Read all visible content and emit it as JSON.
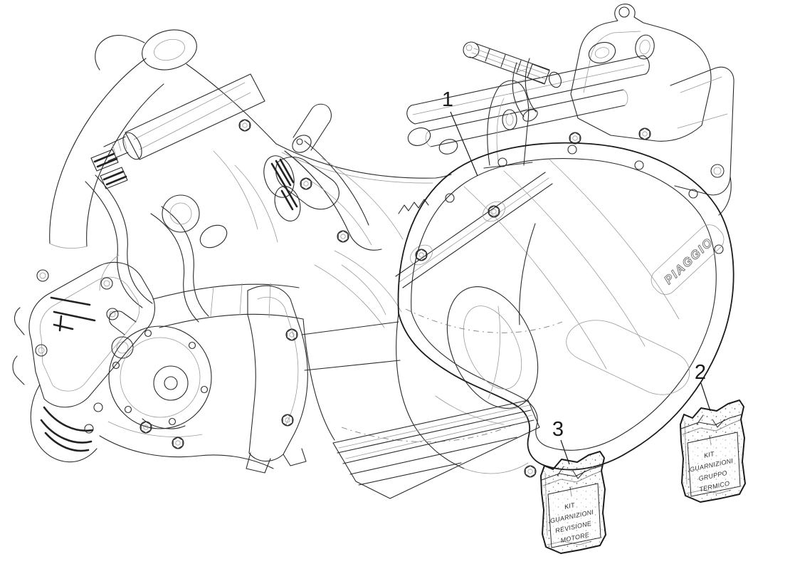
{
  "figure": {
    "type": "engine-assembly-parts-diagram",
    "brand_label": "PIAGGIO"
  },
  "colors": {
    "background": "#ffffff",
    "line": "#2b2b2b",
    "callout": "#1a1a1a"
  },
  "callouts": [
    {
      "id": "1",
      "label": "1"
    },
    {
      "id": "2",
      "label": "2"
    },
    {
      "id": "3",
      "label": "3"
    }
  ],
  "packages": [
    {
      "callout": "2",
      "lines": [
        "KIT",
        "GUARNIZIONI",
        "GRUPPO",
        "TERMICO"
      ]
    },
    {
      "callout": "3",
      "lines": [
        "KIT",
        "GUARNIZIONI",
        "REVISIONE",
        "MOTORE"
      ]
    }
  ]
}
